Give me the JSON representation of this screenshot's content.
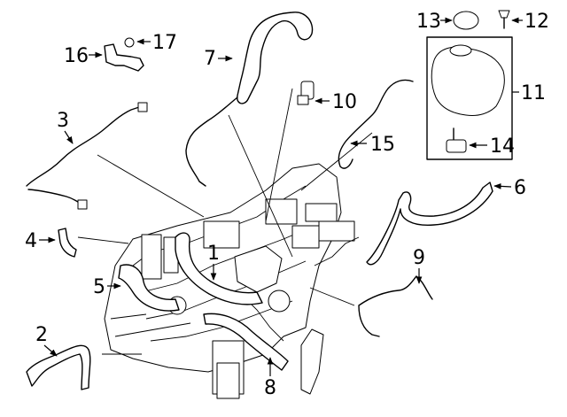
{
  "diagram": {
    "callouts": [
      {
        "id": "c1",
        "number": "1"
      },
      {
        "id": "c2",
        "number": "2"
      },
      {
        "id": "c3",
        "number": "3"
      },
      {
        "id": "c4",
        "number": "4"
      },
      {
        "id": "c5",
        "number": "5"
      },
      {
        "id": "c6",
        "number": "6"
      },
      {
        "id": "c7",
        "number": "7"
      },
      {
        "id": "c8",
        "number": "8"
      },
      {
        "id": "c9",
        "number": "9"
      },
      {
        "id": "c10",
        "number": "10"
      },
      {
        "id": "c11",
        "number": "11"
      },
      {
        "id": "c12",
        "number": "12"
      },
      {
        "id": "c13",
        "number": "13"
      },
      {
        "id": "c14",
        "number": "14"
      },
      {
        "id": "c15",
        "number": "15"
      },
      {
        "id": "c16",
        "number": "16"
      },
      {
        "id": "c17",
        "number": "17"
      }
    ]
  }
}
